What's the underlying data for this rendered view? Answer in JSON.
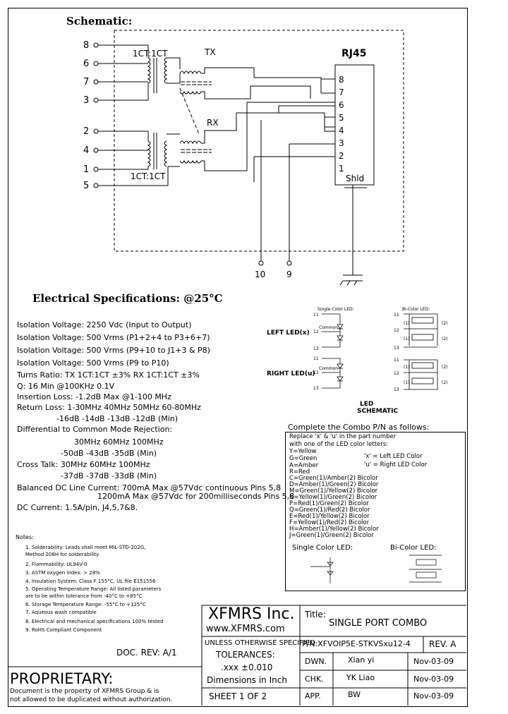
{
  "schematic": {
    "title": "Schematic:",
    "left_pins_top": [
      "8",
      "6",
      "7",
      "3"
    ],
    "left_pins_bottom": [
      "2",
      "4",
      "1",
      "5"
    ],
    "xfmr_top_label": "1CT:1CT",
    "xfmr_bottom_label": "1CT:1CT",
    "tx_label": "TX",
    "rx_label": "RX",
    "rj45_label": "RJ45",
    "rj45_pins": [
      "8",
      "7",
      "6",
      "5",
      "4",
      "3",
      "2",
      "1"
    ],
    "shield_label": "Shld",
    "bottom_pins": [
      "10",
      "9"
    ]
  },
  "electrical": {
    "title": "Electrical Specifications: @25°C",
    "lines": [
      "Isolation Voltage:  2250 Vdc (Input to Output)",
      "Isolation Voltage:  500 Vrms (P1+2+4 to P3+6+7)",
      "Isolation Voltage:  500 Vrms (P9+10 to J1+3 & P8)",
      "Isolation Voltage:  500 Vrms (P9 to P10)",
      "Turns Ratio: TX 1CT:1CT ±3% RX 1CT:1CT ±3%",
      "Q: 16 Min @100KHz 0.1V",
      "Insertion Loss: -1.2dB Max @1-100 MHz",
      "Return Loss: 1-30MHz   40MHz   50MHz   60-80MHz",
      "-16dB        -14dB      -13dB      -12dB (Min)",
      "Differential to Common Mode Rejection:",
      "30MHz          60MHz          100MHz",
      "-50dB          -43dB          -35dB (Min)",
      "Cross Talk: 30MHz       60MHz       100MHz",
      "-37dB          -37dB          -33dB (Min)",
      "Balanced DC Line Current:  700mA Max @57Vdc continuous Pins 5,8",
      "1200mA Max @57Vdc for 200milliseconds Pins 5,8",
      "DC Current: 1.5A/pin, J4,5,7&8."
    ]
  },
  "led_schematic": {
    "single_color_label": "Single Color LED:",
    "bi_color_label": "Bi-Color LED:",
    "left_led": "LEFT LED(x)",
    "right_led": "RIGHT LED(u)",
    "common": "Common",
    "pins": [
      "11",
      "12",
      "13"
    ],
    "bi_marks": [
      "(1)",
      "(2)"
    ],
    "caption_1": "LED",
    "caption_2": "SCHEMATIC"
  },
  "notes": {
    "title": "Notes:",
    "items": [
      "1.  Solderability: Leads shall meet MIL-STD-202G,",
      "     Method 208H for solderability.",
      "2.  Flammability: UL94V-0",
      "3.  ASTM oxygen index: > 28%",
      "4.  Insulation System: Class F 155°C, UL file E151556",
      "5.  Operating Temperature Range: All listed parameters",
      "     are to be within tolerance from -40°C to +85°C",
      "6.  Storage Temperature Range: -55°C to +125°C",
      "7.  Aqueous wash compatible",
      "8.  Electrical and mechanical specifications 100% tested",
      "9.  RoHS Compliant Component"
    ]
  },
  "doc_rev": "DOC. REV: A/1",
  "combo": {
    "title": "Complete the Combo P/N as follows:",
    "intro_1": "Replace 'x' & 'u' in the part number",
    "intro_2": "with one of the LED color letters:",
    "letters": [
      "Y=Yellow",
      "G=Green",
      "A=Amber",
      "R=Red",
      "C=Green(1)/Amber(2) Bicolor",
      "D=Amber(1)/Green(2) Bicolor",
      "M=Green(1)/Yellow(2) Bicolor",
      "N=Yellow(1)/Green(2) Bicolor",
      "P=Red(1)/Green(2) Bicolor",
      "Q=Green(1)/Red(2) Bicolor",
      "E=Red(1)/Yellow(2) Bicolor",
      "F=Yellow(1)/Red(2) Bicolor",
      "H=Amber(1)/Yellow(2) Bicolor",
      "J=Green(1)/Green(2) Bicolor"
    ],
    "x_note": "'x' = Left LED Color",
    "u_note": "'u' = Right LED Color",
    "single_label": "Single Color LED:",
    "bi_label": "Bi-Color LED:"
  },
  "title_block": {
    "company": "XFMRS Inc.",
    "website": "www.XFMRS.com",
    "title_label": "Title:",
    "title": "SINGLE PORT COMBO",
    "unless": "UNLESS OTHERWISE SPECIFIED",
    "tolerances": "TOLERANCES:",
    "tol_value": ".xxx  ±0.010",
    "dims": "Dimensions in Inch",
    "pn": "P/N:XFVOIP5E-STKVSxu12-4",
    "rev": "REV. A",
    "rows": [
      {
        "role": "DWN.",
        "name": "Xian yi",
        "date": "Nov-03-09"
      },
      {
        "role": "CHK.",
        "name": "YK Liao",
        "date": "Nov-03-09"
      },
      {
        "role": "APP.",
        "name": "BW",
        "date": "Nov-03-09"
      }
    ],
    "sheet": "SHEET  1  OF  2",
    "proprietary": "PROPRIETARY:",
    "prop_line1": "Document is the property of XFMRS Group & is",
    "prop_line2": "not allowed to be duplicated without authorization."
  }
}
